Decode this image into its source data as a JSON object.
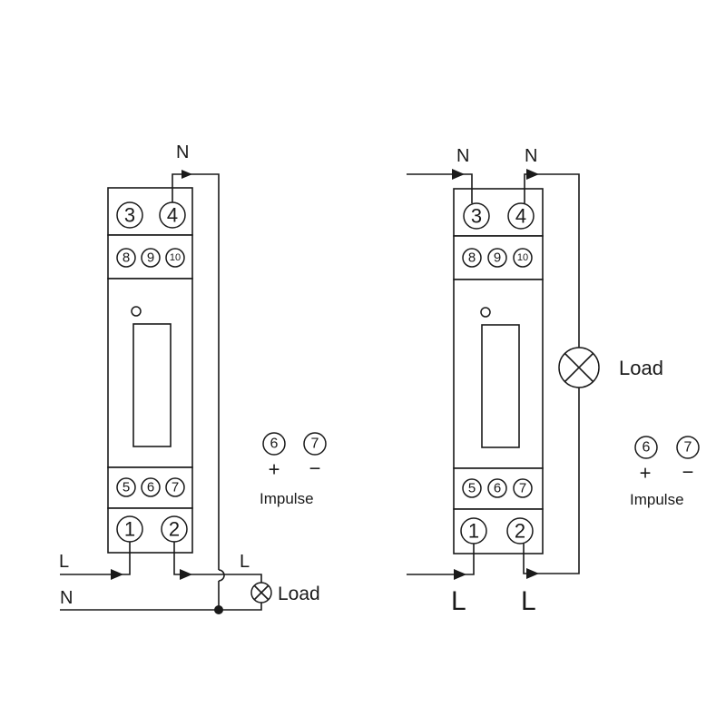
{
  "colors": {
    "ink": "#1a1a1a",
    "background": "#ffffff"
  },
  "left": {
    "top_terminals": [
      "3",
      "4"
    ],
    "aux_terminals": [
      "8",
      "9",
      "10"
    ],
    "pulse_terminals": [
      "5",
      "6",
      "7"
    ],
    "bottom_terminals": [
      "1",
      "2"
    ],
    "label_n_top": "N",
    "label_l_in": "L",
    "label_n_in": "N",
    "label_l_out": "L",
    "load_label": "Load",
    "load_icon": "lamp-icon",
    "impulse": {
      "pos_num": "6",
      "neg_num": "7",
      "plus": "+",
      "minus": "−",
      "label": "Impulse"
    }
  },
  "right": {
    "top_terminals": [
      "3",
      "4"
    ],
    "aux_terminals": [
      "8",
      "9",
      "10"
    ],
    "pulse_terminals": [
      "5",
      "6",
      "7"
    ],
    "bottom_terminals": [
      "1",
      "2"
    ],
    "label_n_in": "N",
    "label_n_out": "N",
    "label_l_in": "L",
    "label_l_out": "L",
    "load_label": "Load",
    "load_icon": "lamp-icon",
    "impulse": {
      "pos_num": "6",
      "neg_num": "7",
      "plus": "+",
      "minus": "−",
      "label": "Impulse"
    }
  }
}
